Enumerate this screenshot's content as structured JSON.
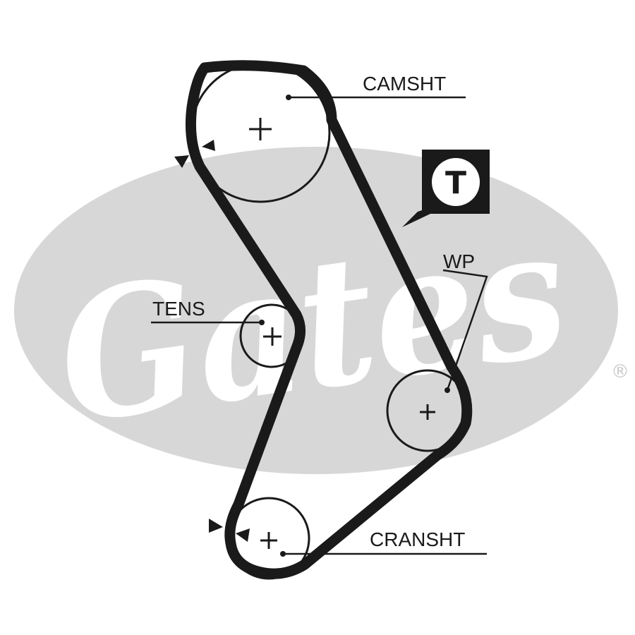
{
  "watermark": {
    "brand": "Gates",
    "registered_mark": "®",
    "colors": {
      "ellipse": "#d7d7d7",
      "lettering": "#ffffff"
    }
  },
  "labels": {
    "camshaft": "CAMSHT",
    "tensioner": "TENS",
    "water_pump": "WP",
    "crankshaft": "CRANSHT"
  },
  "badge": {
    "text": "T",
    "icon": "speech-bubble-badge"
  },
  "belt": {
    "color": "#1a1a1a"
  },
  "markers": [
    "timing-mark-arrow",
    "timing-mark-arrow",
    "timing-mark-arrow",
    "timing-mark-arrow"
  ]
}
